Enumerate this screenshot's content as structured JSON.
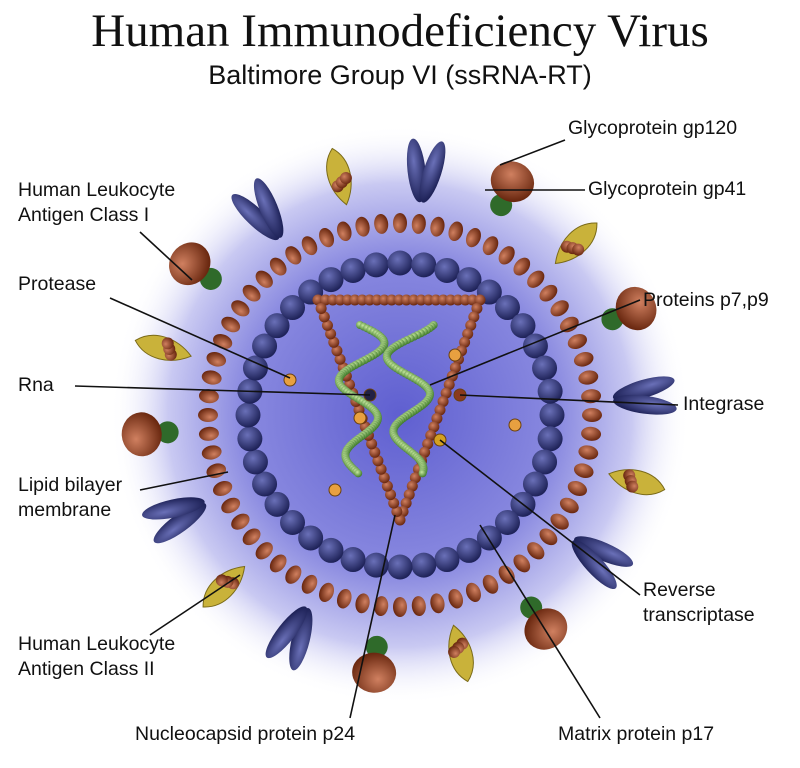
{
  "title": "Human Immunodeficiency Virus",
  "subtitle": "Baltimore Group  VI (ssRNA-RT)",
  "labels": {
    "gp120": "Glycoprotein  gp120",
    "gp41": "Glycoprotein gp41",
    "hla1_line1": "Human Leukocyte",
    "hla1_line2": "Antigen Class I",
    "protease": "Protease",
    "p7p9": "Proteins p7,p9",
    "rna": "Rna",
    "integrase": "Integrase",
    "lipid_line1": "Lipid bilayer",
    "lipid_line2": "membrane",
    "rt_line1": "Reverse",
    "rt_line2": "transcriptase",
    "hla2_line1": "Human Leukocyte",
    "hla2_line2": "Antigen Class II",
    "p24": "Nucleocapsid protein p24",
    "p17": "Matrix protein p17"
  },
  "colors": {
    "membrane": "#8a3a1e",
    "matrix": "#2e3370",
    "rna": "#6fa84a",
    "gp120": "#a8431f",
    "gp41": "#2f6a2a",
    "hla1": "#c9b23a",
    "hla2": "#3a3f86",
    "glow": "#7f7fd8"
  }
}
